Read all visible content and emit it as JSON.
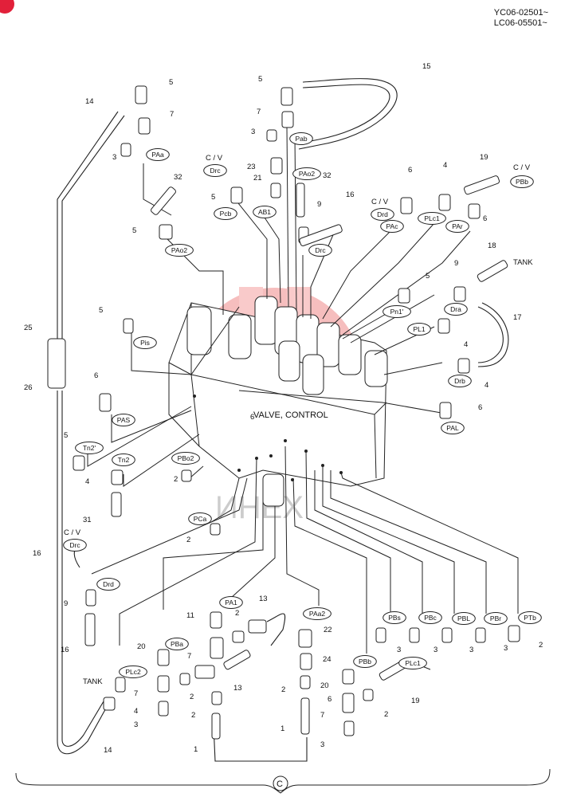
{
  "header": {
    "line1": "YC06-02501~",
    "line2": "LC06-05501~"
  },
  "footer": {
    "symbol": "C"
  },
  "title": "VALVE, CONTROL",
  "watermark": "ИНЕХ",
  "ovals": [
    {
      "id": "PAa",
      "text": "PAa"
    },
    {
      "id": "Pab",
      "text": "Pab"
    },
    {
      "id": "Pcb",
      "text": "Pcb"
    },
    {
      "id": "AB1",
      "text": "AB1"
    },
    {
      "id": "PAo2",
      "text": "PAo2"
    },
    {
      "id": "PAo2b",
      "text": "PAo2"
    },
    {
      "id": "Drc",
      "text": "Drc"
    },
    {
      "id": "Drc2",
      "text": "Drc"
    },
    {
      "id": "Drd",
      "text": "Drd"
    },
    {
      "id": "PAc",
      "text": "PAc"
    },
    {
      "id": "PLc1",
      "text": "PLc1"
    },
    {
      "id": "PAr",
      "text": "PAr"
    },
    {
      "id": "PBb",
      "text": "PBb"
    },
    {
      "id": "Pis",
      "text": "Pis"
    },
    {
      "id": "Pn1",
      "text": "Pn1'"
    },
    {
      "id": "Dra",
      "text": "Dra"
    },
    {
      "id": "PL1",
      "text": "PL1"
    },
    {
      "id": "Drb",
      "text": "Drb"
    },
    {
      "id": "PAL",
      "text": "PAL"
    },
    {
      "id": "PAS",
      "text": "PAS"
    },
    {
      "id": "Tn2p",
      "text": "Tn2'"
    },
    {
      "id": "Tn2",
      "text": "Tn2"
    },
    {
      "id": "PBo2",
      "text": "PBo2"
    },
    {
      "id": "PCa",
      "text": "PCa"
    },
    {
      "id": "Drc3",
      "text": "Drc"
    },
    {
      "id": "Drd2",
      "text": "Drd"
    },
    {
      "id": "PA1",
      "text": "PA1"
    },
    {
      "id": "PAa2",
      "text": "PAa2"
    },
    {
      "id": "PBs",
      "text": "PBs"
    },
    {
      "id": "PBc",
      "text": "PBc"
    },
    {
      "id": "PBL",
      "text": "PBL"
    },
    {
      "id": "PBr",
      "text": "PBr"
    },
    {
      "id": "PTb",
      "text": "PTb"
    },
    {
      "id": "PBa",
      "text": "PBa"
    },
    {
      "id": "PBb2",
      "text": "PBb"
    },
    {
      "id": "PLc2",
      "text": "PLc2"
    },
    {
      "id": "PLc1b",
      "text": "PLc1"
    }
  ],
  "labels": [
    {
      "id": "n5a",
      "text": "5"
    },
    {
      "id": "n14a",
      "text": "14"
    },
    {
      "id": "n7a",
      "text": "7"
    },
    {
      "id": "n3a",
      "text": "3"
    },
    {
      "id": "n5b",
      "text": "5"
    },
    {
      "id": "n7b",
      "text": "7"
    },
    {
      "id": "n3b",
      "text": "3"
    },
    {
      "id": "n15",
      "text": "15"
    },
    {
      "id": "n23",
      "text": "23"
    },
    {
      "id": "n21",
      "text": "21"
    },
    {
      "id": "n32a",
      "text": "32"
    },
    {
      "id": "n32b",
      "text": "32"
    },
    {
      "id": "n5c",
      "text": "5"
    },
    {
      "id": "n16a",
      "text": "16"
    },
    {
      "id": "n9a",
      "text": "9"
    },
    {
      "id": "n6a",
      "text": "6"
    },
    {
      "id": "n4a",
      "text": "4"
    },
    {
      "id": "n19a",
      "text": "19"
    },
    {
      "id": "n6b",
      "text": "6"
    },
    {
      "id": "n5d",
      "text": "5"
    },
    {
      "id": "n18",
      "text": "18"
    },
    {
      "id": "tank1",
      "text": "TANK"
    },
    {
      "id": "n9b",
      "text": "9"
    },
    {
      "id": "n5e",
      "text": "5"
    },
    {
      "id": "n17",
      "text": "17"
    },
    {
      "id": "n4b",
      "text": "4"
    },
    {
      "id": "n4c",
      "text": "4"
    },
    {
      "id": "n6c",
      "text": "6"
    },
    {
      "id": "n5f",
      "text": "5"
    },
    {
      "id": "n25",
      "text": "25"
    },
    {
      "id": "n26",
      "text": "26"
    },
    {
      "id": "n6d",
      "text": "6"
    },
    {
      "id": "n5g",
      "text": "5"
    },
    {
      "id": "n4d",
      "text": "4"
    },
    {
      "id": "n2a",
      "text": "2"
    },
    {
      "id": "n31",
      "text": "31"
    },
    {
      "id": "n2b",
      "text": "2"
    },
    {
      "id": "n16b",
      "text": "16"
    },
    {
      "id": "n9c",
      "text": "9"
    },
    {
      "id": "n16c",
      "text": "16"
    },
    {
      "id": "tank2",
      "text": "TANK"
    },
    {
      "id": "n11",
      "text": "11"
    },
    {
      "id": "n13a",
      "text": "13"
    },
    {
      "id": "n2c",
      "text": "2"
    },
    {
      "id": "n22",
      "text": "22"
    },
    {
      "id": "n20a",
      "text": "20"
    },
    {
      "id": "n7c",
      "text": "7"
    },
    {
      "id": "n13b",
      "text": "13"
    },
    {
      "id": "n24",
      "text": "24"
    },
    {
      "id": "n2d",
      "text": "2"
    },
    {
      "id": "n20b",
      "text": "20"
    },
    {
      "id": "n7d",
      "text": "7"
    },
    {
      "id": "n2e",
      "text": "2"
    },
    {
      "id": "n2f",
      "text": "2"
    },
    {
      "id": "n4e",
      "text": "4"
    },
    {
      "id": "n3c",
      "text": "3"
    },
    {
      "id": "n2g",
      "text": "2"
    },
    {
      "id": "n1a",
      "text": "1"
    },
    {
      "id": "n1b",
      "text": "1"
    },
    {
      "id": "n3d",
      "text": "3"
    },
    {
      "id": "n14b",
      "text": "14"
    },
    {
      "id": "n3e",
      "text": "3"
    },
    {
      "id": "n3f",
      "text": "3"
    },
    {
      "id": "n3g",
      "text": "3"
    },
    {
      "id": "n3h",
      "text": "3"
    },
    {
      "id": "n2h",
      "text": "2"
    },
    {
      "id": "n19b",
      "text": "19"
    },
    {
      "id": "n6e",
      "text": "6"
    },
    {
      "id": "n7e",
      "text": "7"
    },
    {
      "id": "cv1",
      "text": "C / V"
    },
    {
      "id": "cv2",
      "text": "C / V"
    },
    {
      "id": "cv3",
      "text": "C / V"
    },
    {
      "id": "cv4",
      "text": "C / V"
    }
  ],
  "colors": {
    "line": "#222222",
    "watermark": "#f08080",
    "background": "#ffffff"
  }
}
